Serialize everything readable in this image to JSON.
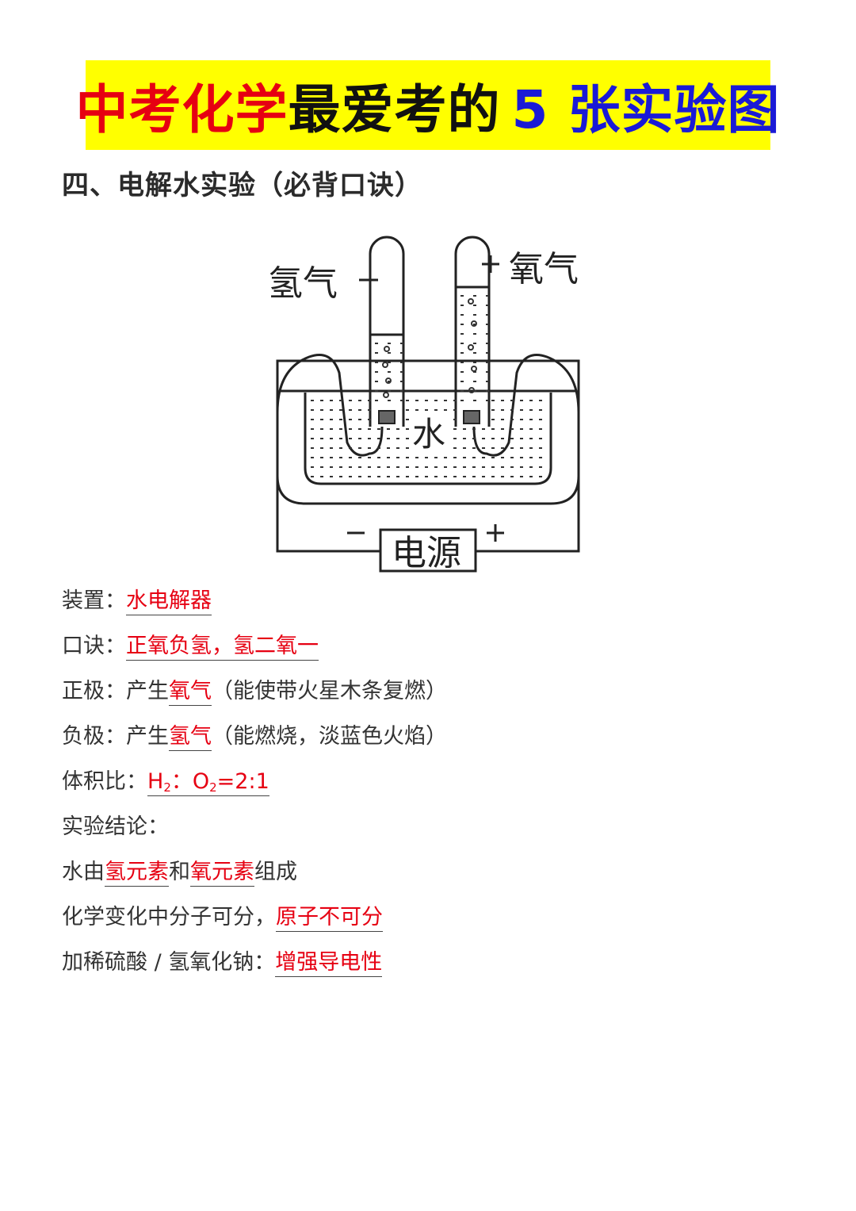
{
  "banner": {
    "part_red": "中考化学",
    "part_black": "最爱考的",
    "part_blue": "5 张实验图"
  },
  "section": {
    "title": "四、电解水实验（必背口诀）"
  },
  "diagram": {
    "label_hydrogen": "氢气",
    "label_oxygen": "氧气",
    "label_water": "水",
    "label_power": "电源",
    "sign_minus": "−",
    "sign_plus": "+"
  },
  "notes": {
    "device": {
      "label": "装置：",
      "answer": "水电解器"
    },
    "mnemonic": {
      "label": "口诀：",
      "answer": "正氧负氢，氢二氧一"
    },
    "positive": {
      "label": "正极：产生",
      "answer": "氧气",
      "tail": "（能使带火星木条复燃）"
    },
    "negative": {
      "label": "负极：产生",
      "answer": "氢气",
      "tail": "（能燃烧，淡蓝色火焰）"
    },
    "ratio": {
      "label": "体积比：",
      "h": "H",
      "sub1": "2",
      "sep": "：",
      "o": "O",
      "sub2": "2",
      "value": "=2:1"
    },
    "conclusion": {
      "label": "实验结论："
    },
    "composition": {
      "prefix": "水由",
      "answer1": "氢元素",
      "mid": "和",
      "answer2": "氧元素",
      "suffix": "组成"
    },
    "molecule": {
      "prefix": "化学变化中分子可分，",
      "answer": "原子不可分"
    },
    "additive": {
      "prefix": "加稀硫酸 / 氢氧化钠：",
      "answer": "增强导电性"
    }
  }
}
